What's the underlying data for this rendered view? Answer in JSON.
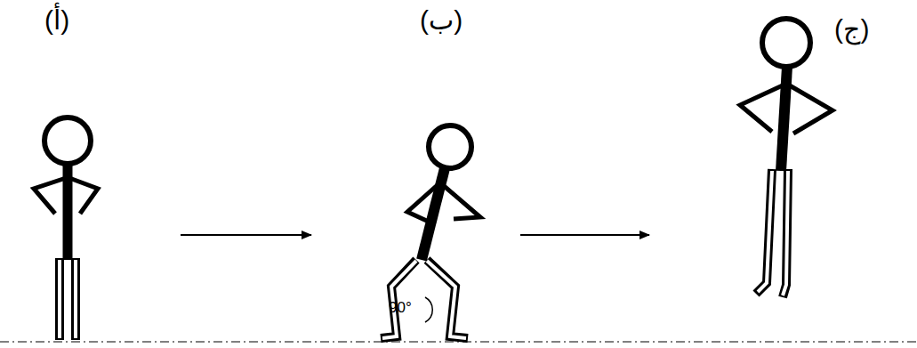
{
  "diagram": {
    "labels": [
      "(أ)",
      "(ب)",
      "(ج)",
      "90°"
    ]
  }
}
